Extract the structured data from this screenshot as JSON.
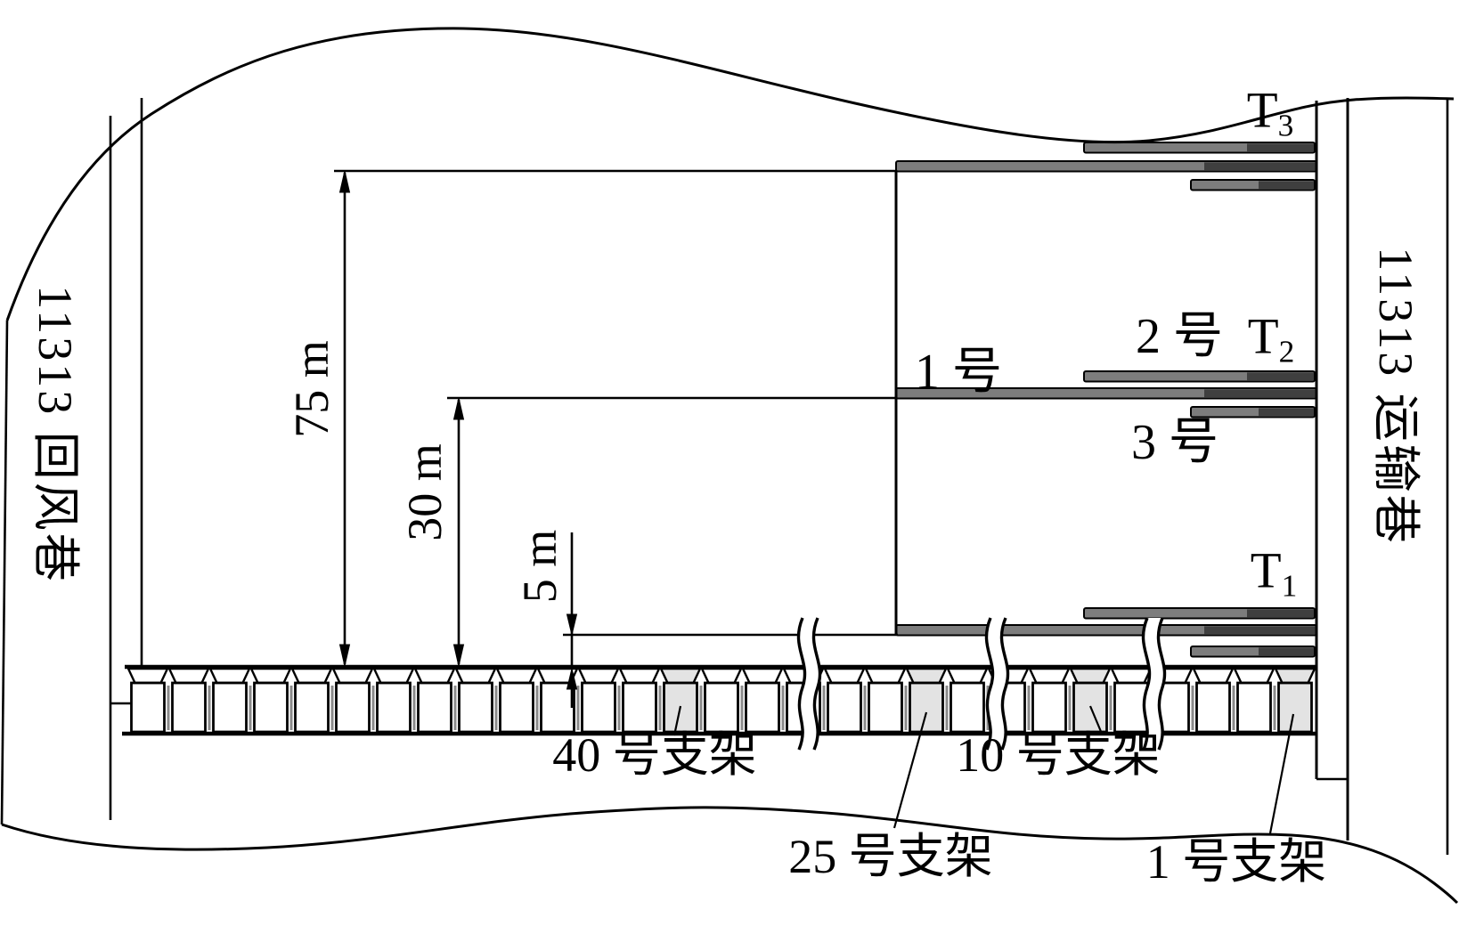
{
  "figure": {
    "left_roadway_label": "11313 回风巷",
    "right_roadway_label": "11313 运输巷",
    "dimensions": {
      "d75": "75 m",
      "d30": "30 m",
      "d5": "5 m"
    },
    "boreholes": {
      "b1": "1 号",
      "b2": "2 号",
      "b3": "3 号"
    },
    "thermocouples": {
      "t1": {
        "base": "T",
        "sub": "1"
      },
      "t2": {
        "base": "T",
        "sub": "2"
      },
      "t3": {
        "base": "T",
        "sub": "3"
      }
    },
    "support_labels": {
      "s40": "40 号支架",
      "s25": "25 号支架",
      "s10": "10 号支架",
      "s1": "1 号支架"
    },
    "supports": {
      "count": 29,
      "highlighted": [
        {
          "cell": 13,
          "label": "40 号支架"
        },
        {
          "cell": 19,
          "label": "25 号支架"
        },
        {
          "cell": 23,
          "label": "10 号支架"
        },
        {
          "cell": 28,
          "label": "1 号支架"
        }
      ]
    },
    "colors": {
      "line": "#000000",
      "pipe_light": "#7d7d7d",
      "pipe_dark": "#3f3f3f",
      "support_highlight": "#e3e3e3",
      "support_divider": "#8a8a8a",
      "background": "#ffffff"
    }
  }
}
